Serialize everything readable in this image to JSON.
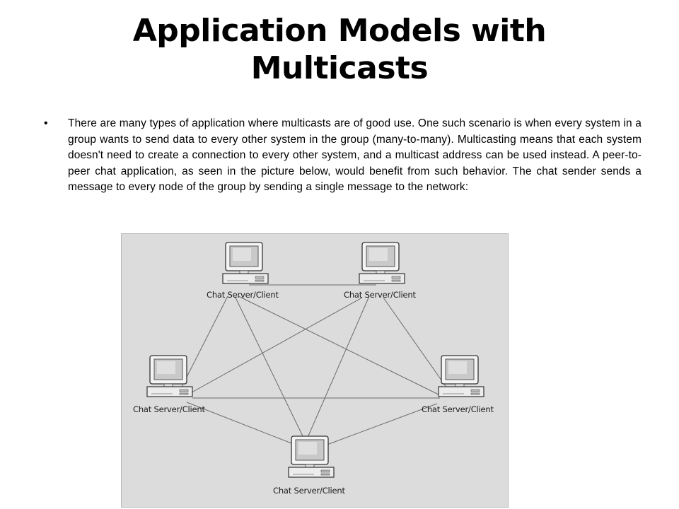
{
  "slide": {
    "title_line1": "Application Models with",
    "title_line2": "Multicasts",
    "bullet_symbol": "•",
    "bullet_text": "There are many types of application where multicasts are of good use. One such scenario is when every system in a group wants to send data to every other system in the group (many-to-many). Multicasting means that each system doesn't need to create a connection to every other system, and a multicast address can be used instead. A peer-to-peer chat application, as seen in the picture below, would benefit from such behavior. The chat sender sends a message to every node of the group by sending a single message to the network:"
  },
  "diagram": {
    "background_color": "#dcdcdc",
    "nodes": [
      {
        "id": "top-left",
        "label": "Chat Server/Client"
      },
      {
        "id": "top-right",
        "label": "Chat Server/Client"
      },
      {
        "id": "mid-left",
        "label": "Chat Server/Client"
      },
      {
        "id": "mid-right",
        "label": "Chat Server/Client"
      },
      {
        "id": "bottom",
        "label": "Chat Server/Client"
      }
    ],
    "node_icon": "desktop-computer-icon"
  }
}
